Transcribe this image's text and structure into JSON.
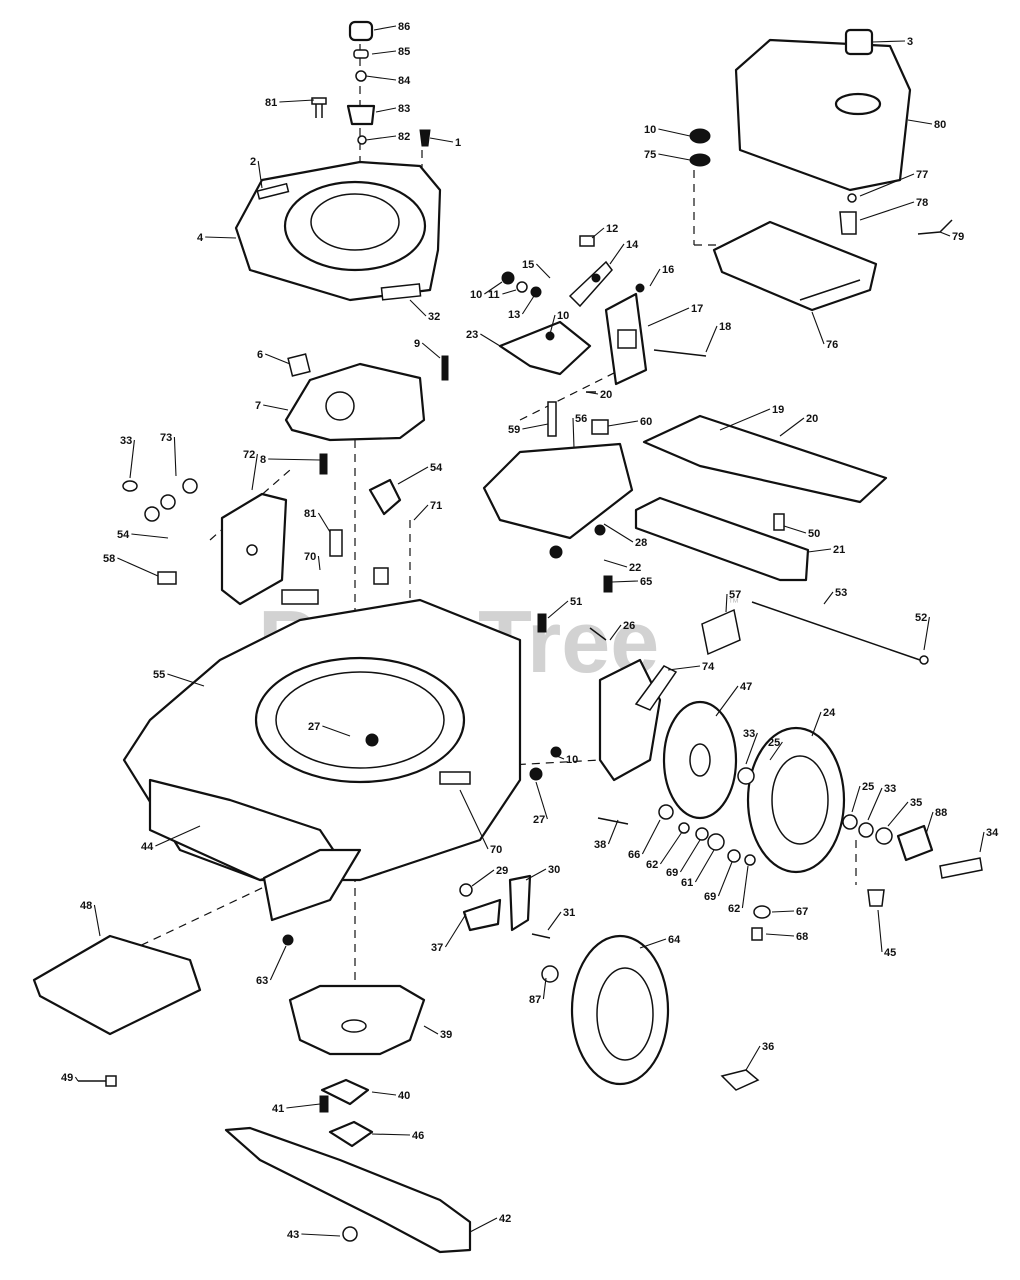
{
  "watermark": {
    "text": "PartsTree",
    "trademark": "™"
  },
  "callouts": [
    {
      "id": "86",
      "name": "callout-86"
    },
    {
      "id": "85",
      "name": "callout-85"
    },
    {
      "id": "84",
      "name": "callout-84"
    },
    {
      "id": "81",
      "name": "callout-81-top"
    },
    {
      "id": "83",
      "name": "callout-83"
    },
    {
      "id": "82",
      "name": "callout-82"
    },
    {
      "id": "1",
      "name": "callout-1"
    },
    {
      "id": "2",
      "name": "callout-2"
    },
    {
      "id": "4",
      "name": "callout-4"
    },
    {
      "id": "32",
      "name": "callout-32"
    },
    {
      "id": "3",
      "name": "callout-3"
    },
    {
      "id": "80",
      "name": "callout-80"
    },
    {
      "id": "10",
      "name": "callout-10-tank"
    },
    {
      "id": "75",
      "name": "callout-75"
    },
    {
      "id": "77",
      "name": "callout-77"
    },
    {
      "id": "78",
      "name": "callout-78"
    },
    {
      "id": "79",
      "name": "callout-79"
    },
    {
      "id": "76",
      "name": "callout-76"
    },
    {
      "id": "12",
      "name": "callout-12"
    },
    {
      "id": "14",
      "name": "callout-14"
    },
    {
      "id": "15",
      "name": "callout-15"
    },
    {
      "id": "16",
      "name": "callout-16"
    },
    {
      "id": "10",
      "name": "callout-10-bracket"
    },
    {
      "id": "11",
      "name": "callout-11"
    },
    {
      "id": "13",
      "name": "callout-13"
    },
    {
      "id": "10",
      "name": "callout-10-mid"
    },
    {
      "id": "17",
      "name": "callout-17"
    },
    {
      "id": "18",
      "name": "callout-18"
    },
    {
      "id": "23",
      "name": "callout-23"
    },
    {
      "id": "20",
      "name": "callout-20-upper"
    },
    {
      "id": "6",
      "name": "callout-6"
    },
    {
      "id": "9",
      "name": "callout-9"
    },
    {
      "id": "7",
      "name": "callout-7"
    },
    {
      "id": "8",
      "name": "callout-8"
    },
    {
      "id": "19",
      "name": "callout-19"
    },
    {
      "id": "20",
      "name": "callout-20-lower"
    },
    {
      "id": "59",
      "name": "callout-59"
    },
    {
      "id": "56",
      "name": "callout-56"
    },
    {
      "id": "60",
      "name": "callout-60"
    },
    {
      "id": "33",
      "name": "callout-33-left"
    },
    {
      "id": "73",
      "name": "callout-73"
    },
    {
      "id": "72",
      "name": "callout-72"
    },
    {
      "id": "54",
      "name": "callout-54-upper"
    },
    {
      "id": "81",
      "name": "callout-81-mid"
    },
    {
      "id": "71",
      "name": "callout-71"
    },
    {
      "id": "54",
      "name": "callout-54-left"
    },
    {
      "id": "70",
      "name": "callout-70-upper"
    },
    {
      "id": "28",
      "name": "callout-28"
    },
    {
      "id": "50",
      "name": "callout-50"
    },
    {
      "id": "58",
      "name": "callout-58"
    },
    {
      "id": "22",
      "name": "callout-22"
    },
    {
      "id": "21",
      "name": "callout-21"
    },
    {
      "id": "65",
      "name": "callout-65"
    },
    {
      "id": "53",
      "name": "callout-53"
    },
    {
      "id": "51",
      "name": "callout-51"
    },
    {
      "id": "57",
      "name": "callout-57"
    },
    {
      "id": "52",
      "name": "callout-52"
    },
    {
      "id": "26",
      "name": "callout-26"
    },
    {
      "id": "74",
      "name": "callout-74"
    },
    {
      "id": "55",
      "name": "callout-55"
    },
    {
      "id": "47",
      "name": "callout-47"
    },
    {
      "id": "24",
      "name": "callout-24"
    },
    {
      "id": "27",
      "name": "callout-27-deck"
    },
    {
      "id": "33",
      "name": "callout-33-wheel"
    },
    {
      "id": "25",
      "name": "callout-25-left"
    },
    {
      "id": "10",
      "name": "callout-10-deck"
    },
    {
      "id": "27",
      "name": "callout-27-lower"
    },
    {
      "id": "25",
      "name": "callout-25-right"
    },
    {
      "id": "33",
      "name": "callout-33-right"
    },
    {
      "id": "35",
      "name": "callout-35"
    },
    {
      "id": "88",
      "name": "callout-88"
    },
    {
      "id": "34",
      "name": "callout-34"
    },
    {
      "id": "44",
      "name": "callout-44"
    },
    {
      "id": "70",
      "name": "callout-70-lower"
    },
    {
      "id": "38",
      "name": "callout-38"
    },
    {
      "id": "66",
      "name": "callout-66"
    },
    {
      "id": "62",
      "name": "callout-62-left"
    },
    {
      "id": "69",
      "name": "callout-69-left"
    },
    {
      "id": "61",
      "name": "callout-61"
    },
    {
      "id": "69",
      "name": "callout-69-right"
    },
    {
      "id": "62",
      "name": "callout-62-right"
    },
    {
      "id": "29",
      "name": "callout-29"
    },
    {
      "id": "30",
      "name": "callout-30"
    },
    {
      "id": "67",
      "name": "callout-67"
    },
    {
      "id": "45",
      "name": "callout-45"
    },
    {
      "id": "48",
      "name": "callout-48"
    },
    {
      "id": "31",
      "name": "callout-31"
    },
    {
      "id": "68",
      "name": "callout-68"
    },
    {
      "id": "37",
      "name": "callout-37"
    },
    {
      "id": "64",
      "name": "callout-64"
    },
    {
      "id": "63",
      "name": "callout-63"
    },
    {
      "id": "87",
      "name": "callout-87"
    },
    {
      "id": "39",
      "name": "callout-39"
    },
    {
      "id": "49",
      "name": "callout-49"
    },
    {
      "id": "36",
      "name": "callout-36"
    },
    {
      "id": "41",
      "name": "callout-41"
    },
    {
      "id": "40",
      "name": "callout-40"
    },
    {
      "id": "46",
      "name": "callout-46"
    },
    {
      "id": "43",
      "name": "callout-43"
    },
    {
      "id": "42",
      "name": "callout-42"
    }
  ]
}
